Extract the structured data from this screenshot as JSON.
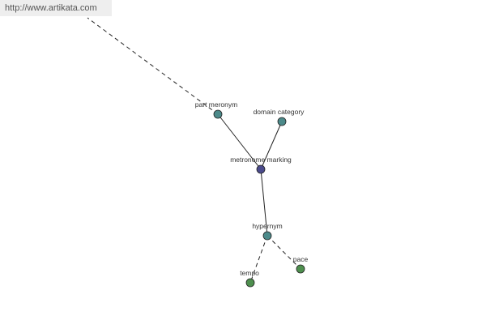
{
  "watermark": {
    "url": "http://www.artikata.com",
    "background": "#eeeeee"
  },
  "graph": {
    "center": "metronome marking",
    "nodes": [
      {
        "id": "metronome_marking",
        "label": "metronome marking",
        "color": "#4b4b8c"
      },
      {
        "id": "part_meronym",
        "label": "part meronym",
        "color": "#4c8a8a"
      },
      {
        "id": "domain_category",
        "label": "domain category",
        "color": "#4c8a8a"
      },
      {
        "id": "hypernym",
        "label": "hypernym",
        "color": "#4c8a8a"
      },
      {
        "id": "tempo",
        "label": "tempo",
        "color": "#4e8f4e"
      },
      {
        "id": "pace",
        "label": "pace",
        "color": "#4e8f4e"
      }
    ],
    "edges": [
      {
        "from": "metronome_marking",
        "to": "part_meronym",
        "style": "solid"
      },
      {
        "from": "metronome_marking",
        "to": "domain_category",
        "style": "solid"
      },
      {
        "from": "metronome_marking",
        "to": "hypernym",
        "style": "solid"
      },
      {
        "from": "hypernym",
        "to": "tempo",
        "style": "dashed"
      },
      {
        "from": "hypernym",
        "to": "pace",
        "style": "dashed"
      },
      {
        "from": "part_meronym",
        "to": "offscreen",
        "style": "dashed"
      }
    ]
  }
}
